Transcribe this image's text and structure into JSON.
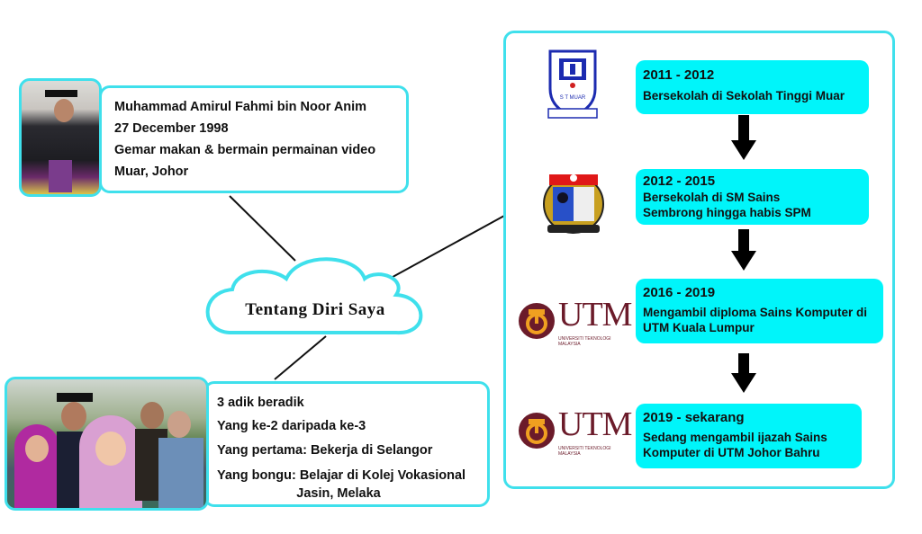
{
  "center": {
    "title": "Tentang Diri Saya"
  },
  "profile": {
    "lines": [
      "Muhammad Amirul Fahmi bin Noor Anim",
      "27 December 1998",
      "Gemar makan & bermain permainan video",
      "Muar, Johor"
    ]
  },
  "family": {
    "lines": [
      "3 adik beradik",
      "Yang ke-2 daripada ke-3",
      "Yang pertama: Bekerja di Selangor"
    ],
    "last_line_1": "Yang bongu: Belajar di Kolej Vokasional",
    "last_line_2": "Jasin, Melaka"
  },
  "timeline": [
    {
      "years": "2011 - 2012",
      "desc": "Bersekolah di Sekolah Tinggi Muar",
      "logo": "STM crest"
    },
    {
      "years": "2012 - 2015",
      "desc": "Bersekolah di SM Sains Sembrong hingga habis SPM",
      "logo": "SM Sains Sembrong crest"
    },
    {
      "years": "2016 - 2019",
      "desc": "Mengambil diploma Sains Komputer di UTM Kuala Lumpur",
      "logo": "UTM"
    },
    {
      "years": "2019 - sekarang",
      "desc": "Sedang mengambil ijazah Sains Komputer di UTM Johor Bahru",
      "logo": "UTM"
    }
  ],
  "logos": {
    "utm_text": "UTM",
    "utm_sub": "UNIVERSITI TEKNOLOGI MALAYSIA",
    "stm_text": "S T MUAR"
  },
  "colors": {
    "accent": "#3fe0ec",
    "box_fill": "#00f5fa",
    "utm": "#6b1b2a"
  }
}
